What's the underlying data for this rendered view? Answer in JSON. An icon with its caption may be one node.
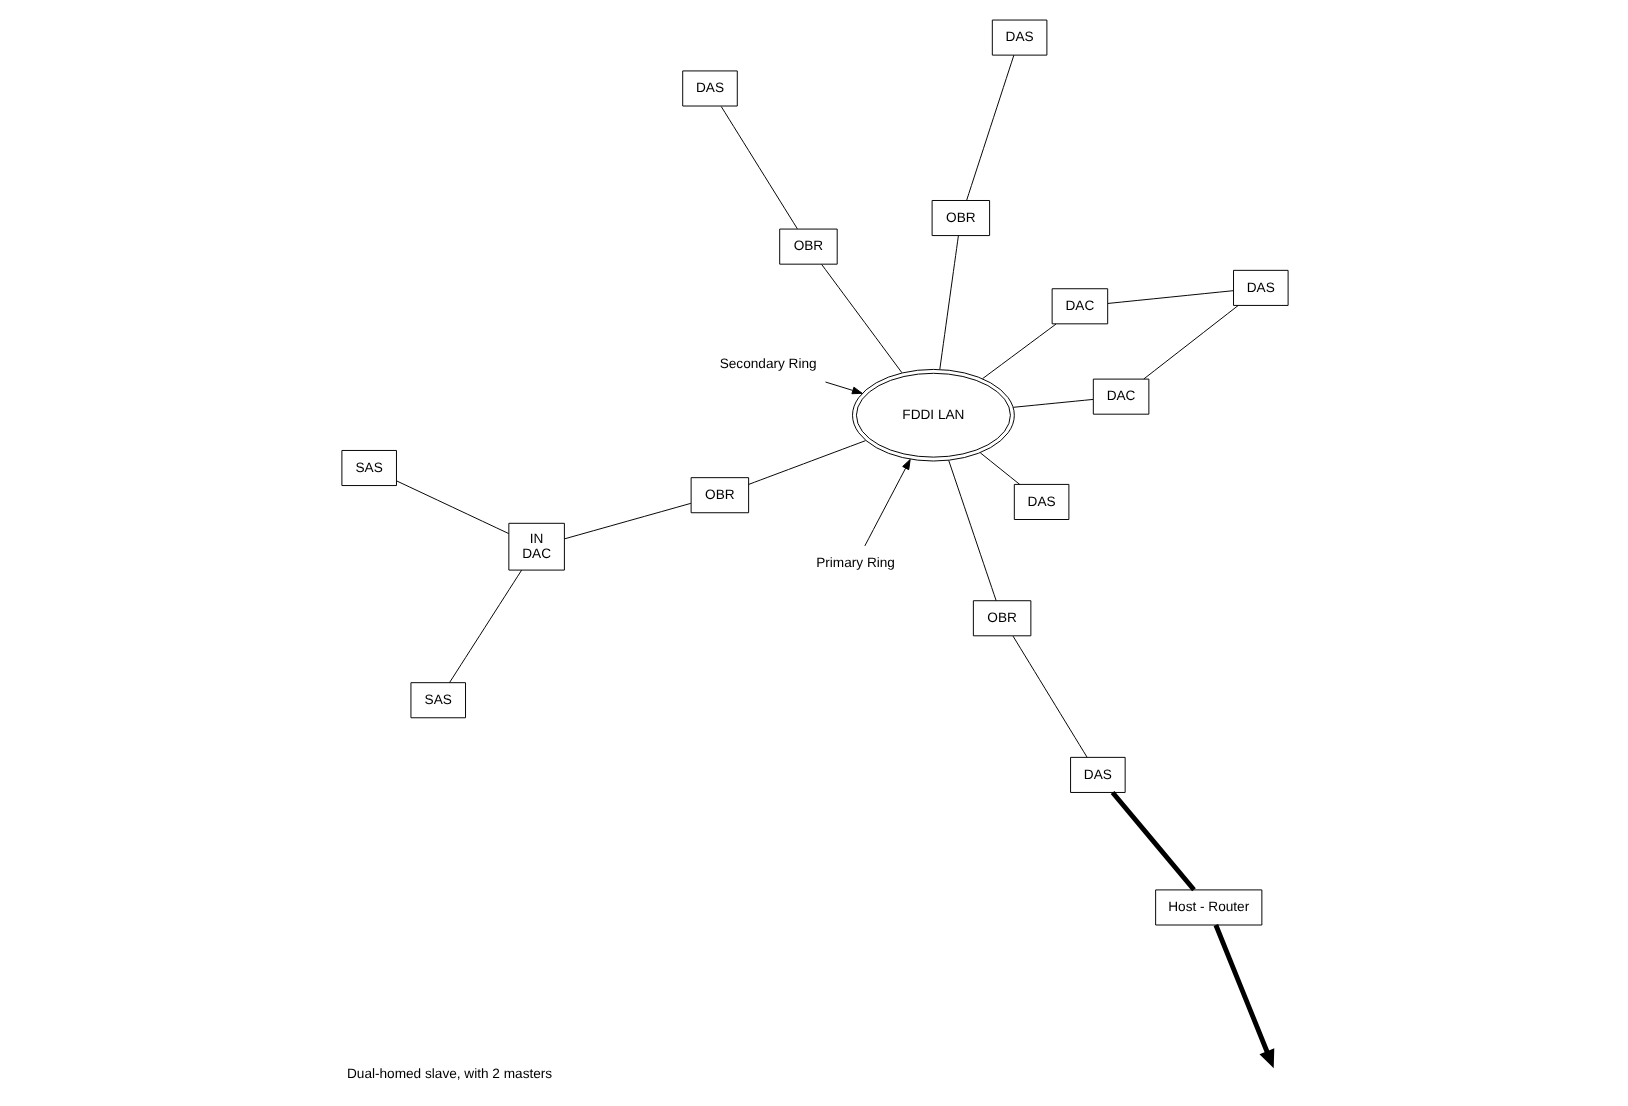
{
  "diagram": {
    "caption": "Dual-homed slave, with 2 masters",
    "nodes": [
      {
        "text": [
          "FDDI LAN"
        ]
      },
      {
        "text": [
          "SAS"
        ]
      },
      {
        "text": [
          "SAS"
        ]
      },
      {
        "text": [
          "IN",
          "DAC"
        ]
      },
      {
        "text": [
          "DAS"
        ]
      },
      {
        "text": [
          "OBR"
        ]
      },
      {
        "text": [
          "OBR"
        ]
      },
      {
        "text": [
          "Host - Router"
        ]
      },
      {
        "text": [
          "DAS"
        ]
      },
      {
        "text": [
          "OBR"
        ]
      },
      {
        "text": [
          "Primary Ring"
        ]
      },
      {
        "text": [
          "Secondary Ring"
        ]
      },
      {
        "text": [
          "DAC"
        ]
      },
      {
        "text": [
          "DAS"
        ]
      },
      {
        "text": [
          "DAC"
        ]
      },
      {
        "text": [
          "DAS"
        ]
      },
      {
        "text": [
          "OBR"
        ]
      },
      {
        "text": [
          "DAS"
        ]
      }
    ],
    "edges": [
      {
        "from": 1,
        "to": 3,
        "arrow": "none"
      },
      {
        "from": 2,
        "to": 3,
        "arrow": "none"
      },
      {
        "from": 3,
        "to": 6,
        "arrow": "none"
      },
      {
        "from": 6,
        "to": 0,
        "arrow": "none"
      },
      {
        "from": 4,
        "to": 5,
        "arrow": "none"
      },
      {
        "from": 5,
        "to": 0,
        "arrow": "none"
      },
      {
        "from": 8,
        "to": 7,
        "arrow": "none",
        "style": "thick"
      },
      {
        "from": 7,
        "to": null,
        "arrow": "to",
        "style": "thick"
      },
      {
        "from": 8,
        "to": 9,
        "arrow": "none"
      },
      {
        "from": 9,
        "to": 0,
        "arrow": "none"
      },
      {
        "from": 10,
        "to": 0,
        "arrow": "to"
      },
      {
        "from": 11,
        "to": 0,
        "arrow": "to"
      },
      {
        "from": 12,
        "to": 0,
        "arrow": "none"
      },
      {
        "from": 13,
        "to": 12,
        "arrow": "none"
      },
      {
        "from": 13,
        "to": 14,
        "arrow": "none"
      },
      {
        "from": 14,
        "to": 0,
        "arrow": "none"
      },
      {
        "from": 15,
        "to": 0,
        "arrow": "none"
      },
      {
        "from": 0,
        "to": 16,
        "arrow": "none"
      },
      {
        "from": 16,
        "to": 17,
        "arrow": "none"
      }
    ]
  }
}
